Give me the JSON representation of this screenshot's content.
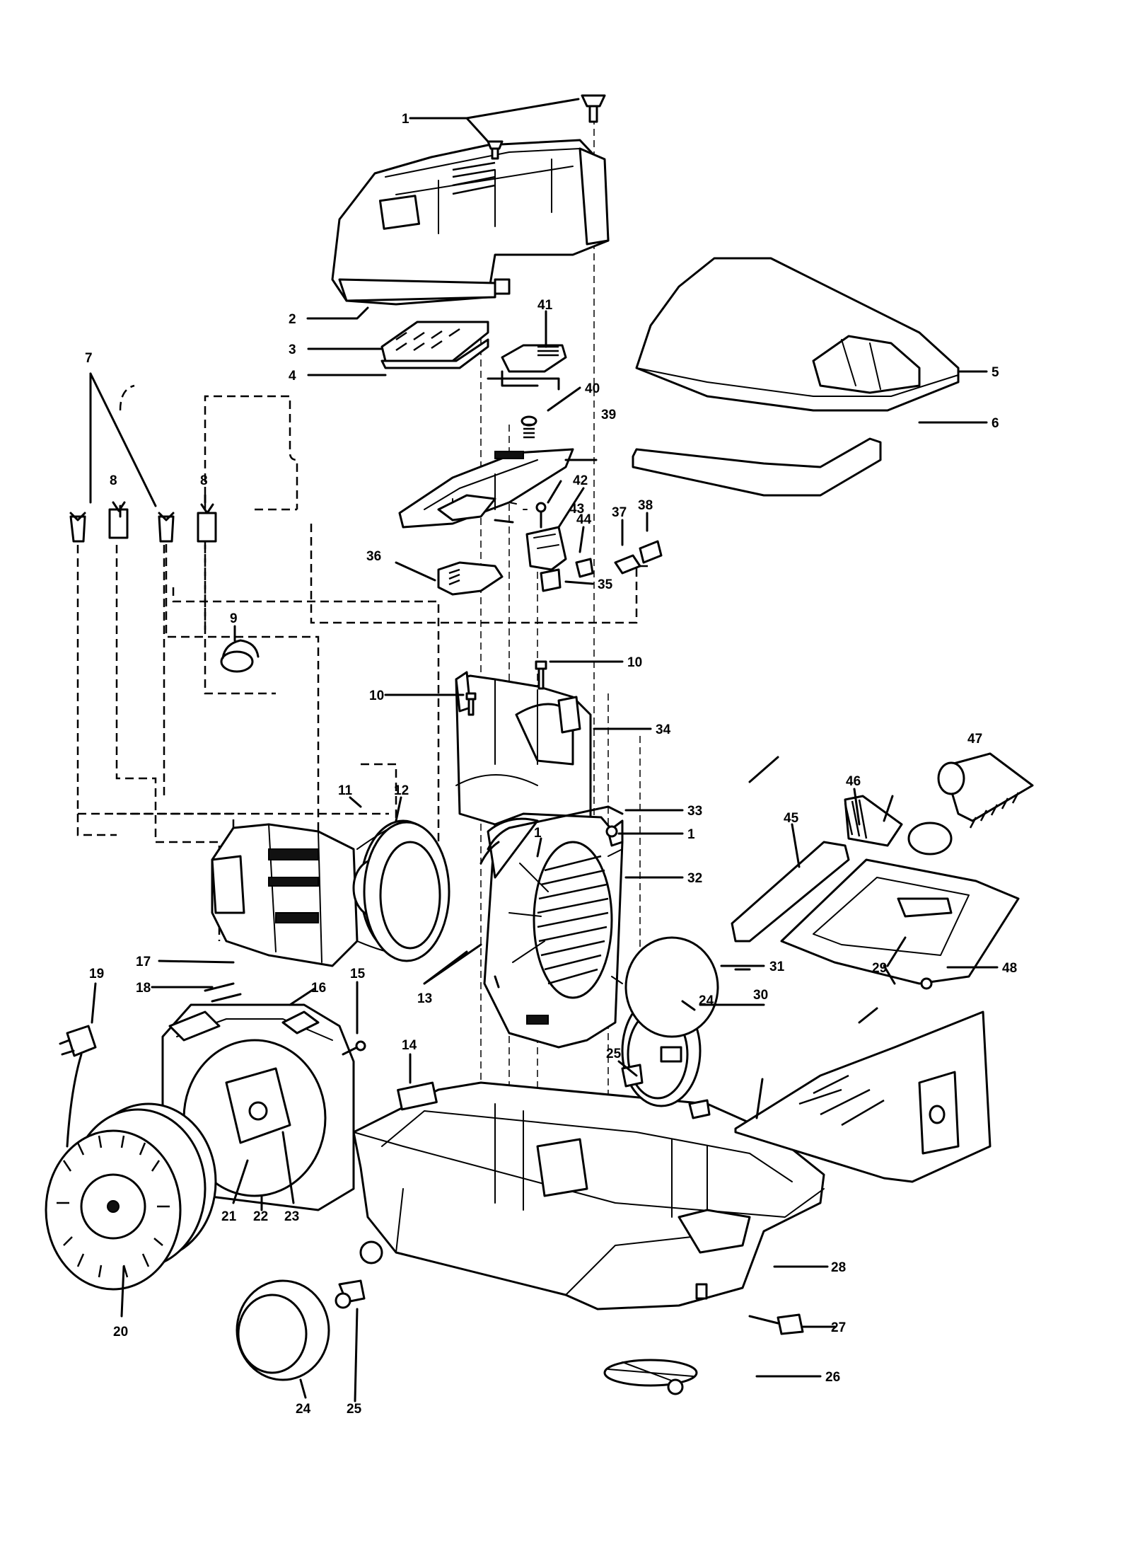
{
  "callouts": [
    {
      "label": "1"
    },
    {
      "label": "2"
    },
    {
      "label": "3"
    },
    {
      "label": "4"
    },
    {
      "label": "5"
    },
    {
      "label": "6"
    },
    {
      "label": "7"
    },
    {
      "label": "8"
    },
    {
      "label": "8"
    },
    {
      "label": "9"
    },
    {
      "label": "10"
    },
    {
      "label": "10"
    },
    {
      "label": "11"
    },
    {
      "label": "12"
    },
    {
      "label": "13"
    },
    {
      "label": "14"
    },
    {
      "label": "15"
    },
    {
      "label": "16"
    },
    {
      "label": "17"
    },
    {
      "label": "18"
    },
    {
      "label": "19"
    },
    {
      "label": "20"
    },
    {
      "label": "21"
    },
    {
      "label": "22"
    },
    {
      "label": "23"
    },
    {
      "label": "24"
    },
    {
      "label": "24"
    },
    {
      "label": "25"
    },
    {
      "label": "25"
    },
    {
      "label": "26"
    },
    {
      "label": "27"
    },
    {
      "label": "28"
    },
    {
      "label": "29"
    },
    {
      "label": "30"
    },
    {
      "label": "31"
    },
    {
      "label": "32"
    },
    {
      "label": "33"
    },
    {
      "label": "1"
    },
    {
      "label": "1"
    },
    {
      "label": "34"
    },
    {
      "label": "35"
    },
    {
      "label": "36"
    },
    {
      "label": "37"
    },
    {
      "label": "38"
    },
    {
      "label": "39"
    },
    {
      "label": "40"
    },
    {
      "label": "41"
    },
    {
      "label": "42"
    },
    {
      "label": "43"
    },
    {
      "label": "44"
    },
    {
      "label": "45"
    },
    {
      "label": "46"
    },
    {
      "label": "47"
    },
    {
      "label": "48"
    }
  ]
}
